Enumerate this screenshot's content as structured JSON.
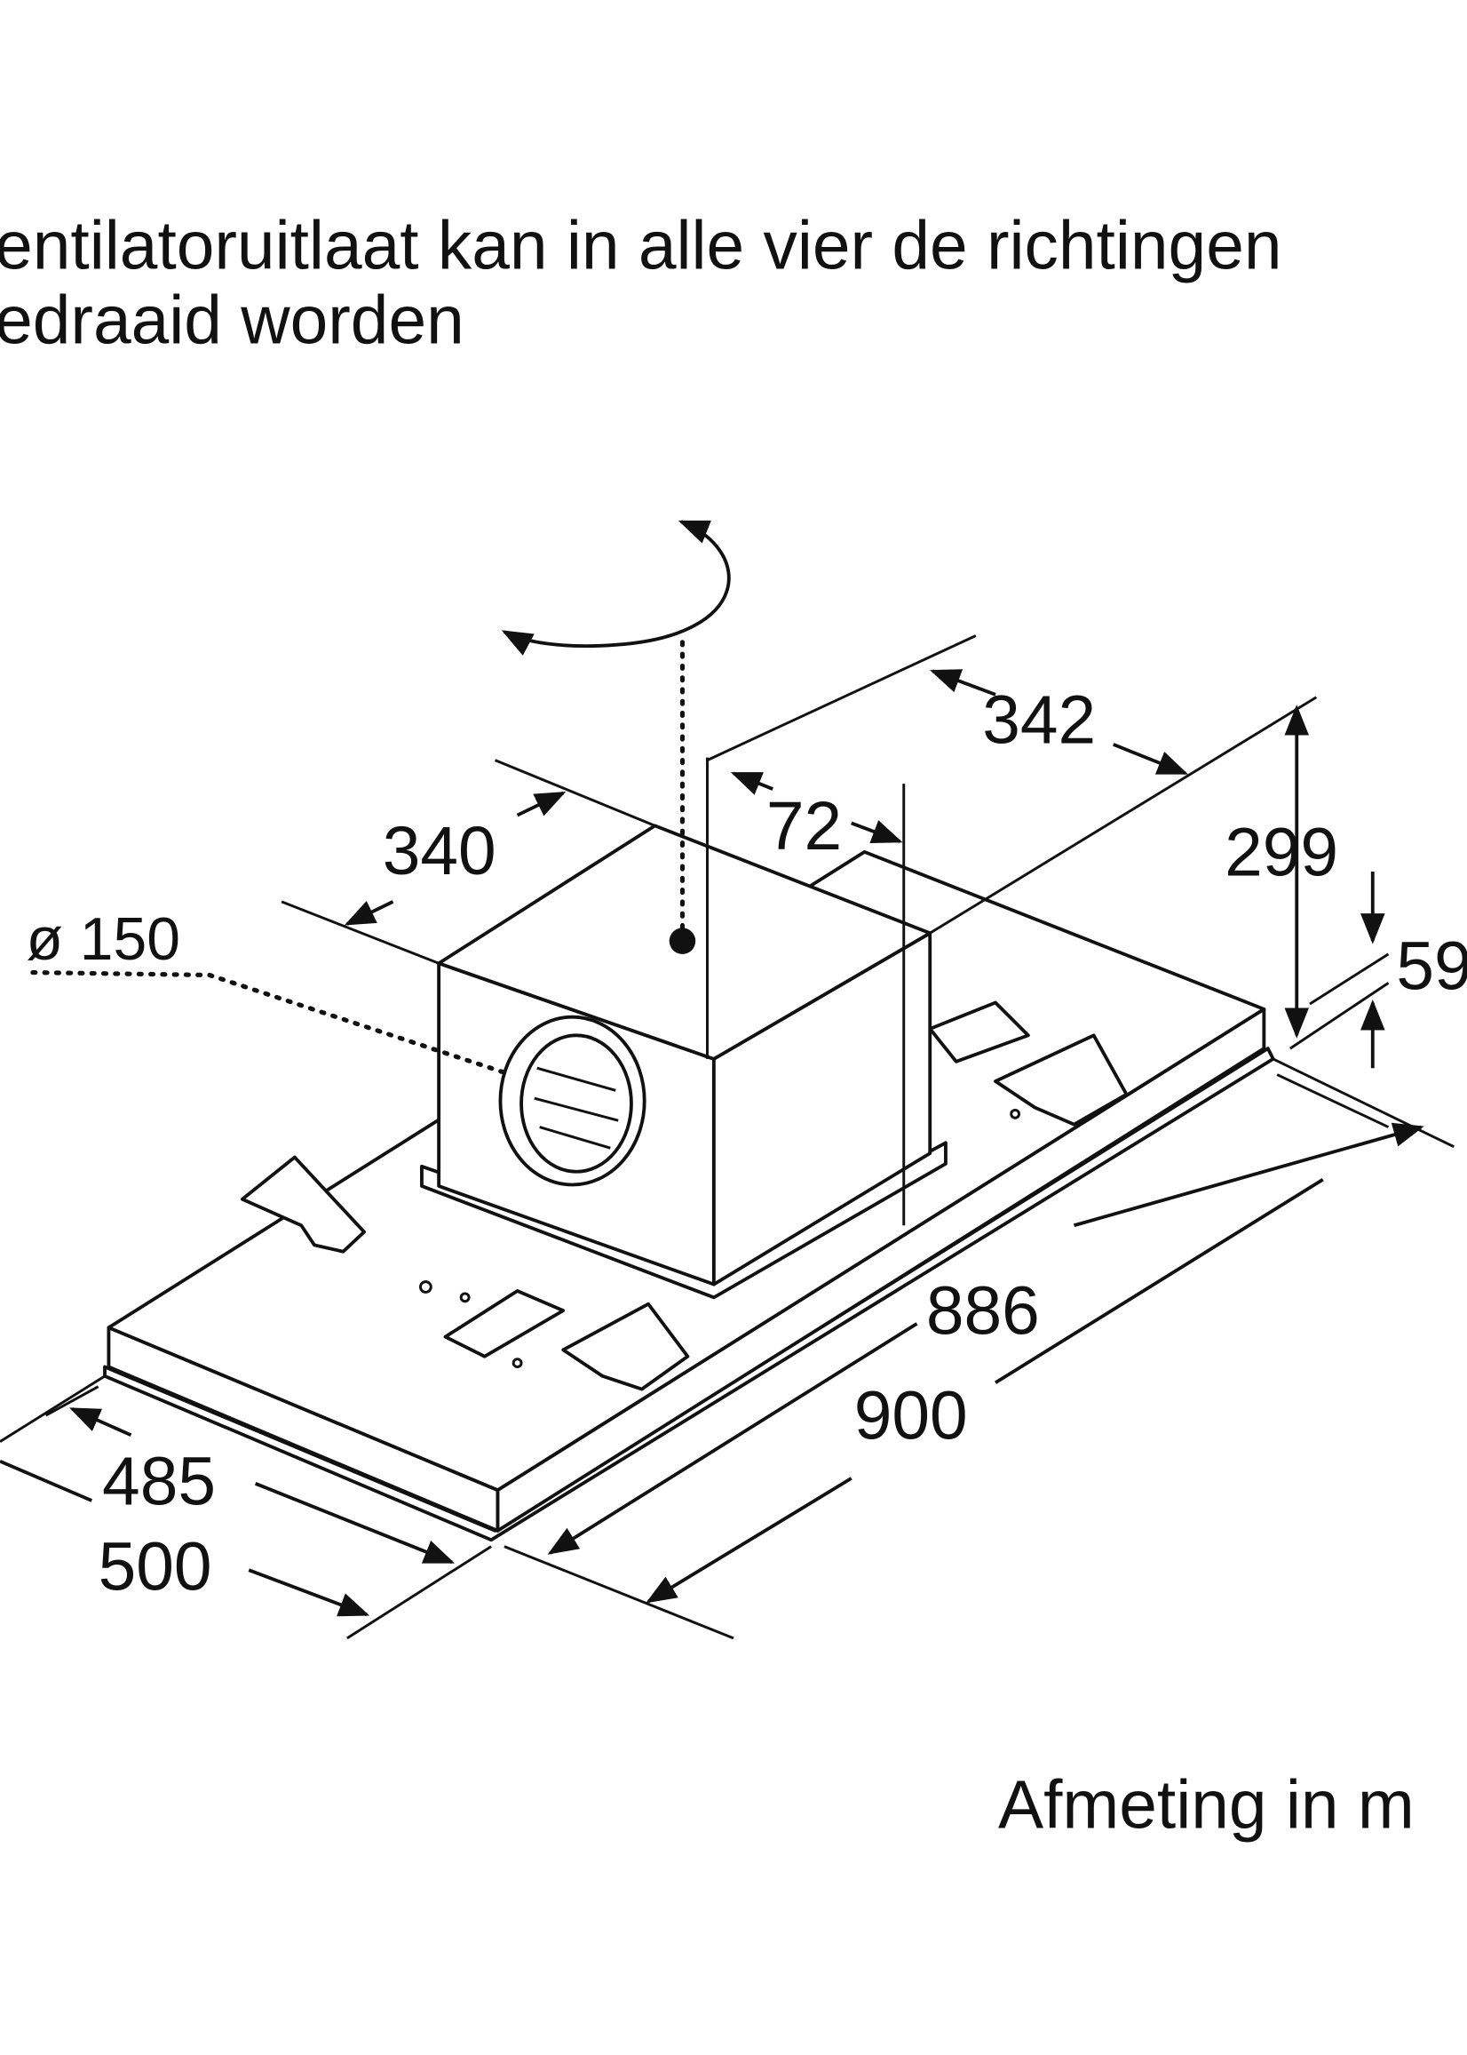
{
  "heading": {
    "line1": "entilatoruitlaat kan in alle vier de richtingen",
    "line2": "edraaid worden"
  },
  "dimensions": {
    "box_depth": "342",
    "offset": "72",
    "box_width": "340",
    "height_total": "299",
    "plate_height": "59",
    "duct_diameter": "ø 150",
    "inner_length": "886",
    "outer_length": "900",
    "inner_width": "485",
    "outer_width": "500"
  },
  "footer": {
    "units_note": "Afmeting in m"
  }
}
